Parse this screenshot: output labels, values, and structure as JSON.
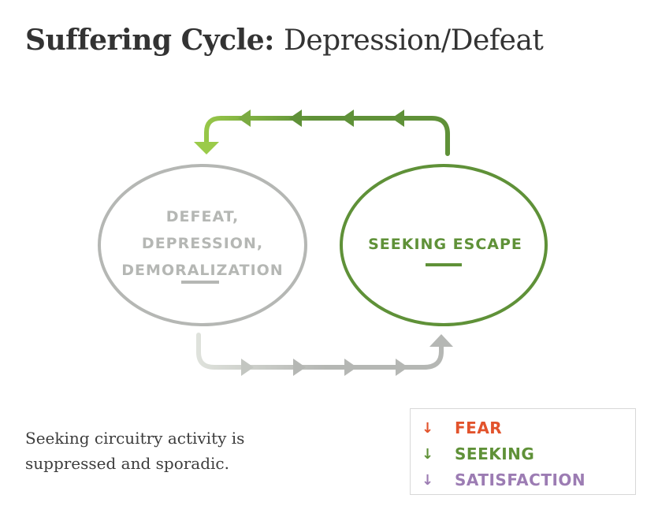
{
  "title": {
    "bold": "Suffering Cycle:",
    "light": "Depression/Defeat"
  },
  "nodes": {
    "left": {
      "lines": [
        "DEFEAT,",
        "DEPRESSION,",
        "DEMORALIZATION"
      ],
      "color": "#b5b7b4"
    },
    "right": {
      "label": "SEEKING ESCAPE",
      "color": "#5f9138"
    }
  },
  "connectors": {
    "top": {
      "direction": "right-to-left",
      "color": "#5f9138",
      "fade_color": "#9bcb4a"
    },
    "bottom": {
      "direction": "left-to-right",
      "color": "#b5b7b4",
      "fade_color": "#d9dcd6"
    }
  },
  "caption": "Seeking circuitry activity is suppressed and sporadic.",
  "legend": [
    {
      "arrow": "↓",
      "label": "FEAR",
      "color": "#e2532c"
    },
    {
      "arrow": "↓",
      "label": "SEEKING",
      "color": "#5f9138"
    },
    {
      "arrow": "↓",
      "label": "SATISFACTION",
      "color": "#9c7cb3"
    }
  ]
}
